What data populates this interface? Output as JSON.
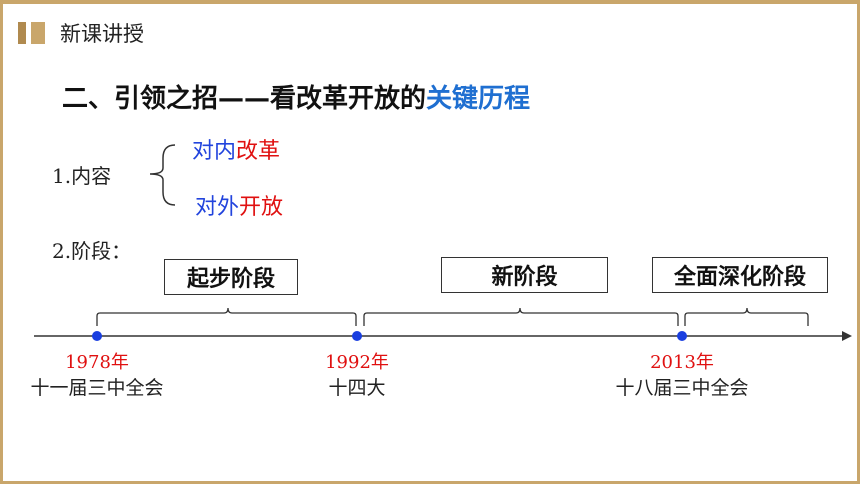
{
  "section": "新课讲授",
  "heading": {
    "main": "二、引领之招——看改革开放的",
    "highlight": "关键历程"
  },
  "content": {
    "label": "1.内容",
    "items": [
      {
        "blue": "对内",
        "red": "改革"
      },
      {
        "blue": "对外",
        "red": "开放"
      }
    ]
  },
  "stages": {
    "label": "2.阶段：",
    "boxes": [
      "起步阶段",
      "新阶段",
      "全面深化阶段"
    ]
  },
  "timeline": [
    {
      "year": "1978年",
      "event": "十一届三中全会"
    },
    {
      "year": "1992年",
      "event": "十四大"
    },
    {
      "year": "2013年",
      "event": "十八届三中全会"
    }
  ],
  "colors": {
    "frame": "#c9a66b",
    "accent": "#1f6fd1",
    "red": "#e01010",
    "blue": "#2244dd",
    "dot": "#1a3fe0"
  }
}
